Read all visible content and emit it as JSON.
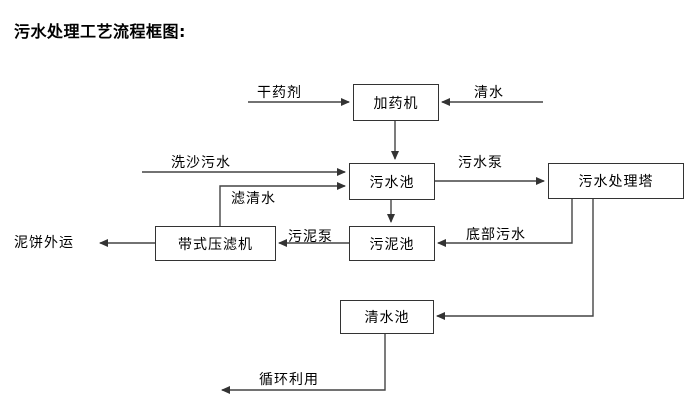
{
  "diagram": {
    "title": "污水处理工艺流程框图:",
    "nodes": [
      {
        "id": "dosing_machine",
        "label": "加药机"
      },
      {
        "id": "sewage_pool",
        "label": "污水池"
      },
      {
        "id": "treatment_tower",
        "label": "污水处理塔"
      },
      {
        "id": "sludge_pool",
        "label": "污泥池"
      },
      {
        "id": "belt_filter_press",
        "label": "带式压滤机"
      },
      {
        "id": "clear_water_pool",
        "label": "清水池"
      }
    ],
    "edge_labels": [
      {
        "id": "dry_chemical",
        "label": "干药剂"
      },
      {
        "id": "clean_water_in",
        "label": "清水"
      },
      {
        "id": "sand_wash_sewage",
        "label": "洗沙污水"
      },
      {
        "id": "filtered_water",
        "label": "滤清水"
      },
      {
        "id": "sewage_pump",
        "label": "污水泵"
      },
      {
        "id": "sludge_pump",
        "label": "污泥泵"
      },
      {
        "id": "bottom_sewage",
        "label": "底部污水"
      },
      {
        "id": "mud_cake_out",
        "label": "泥饼外运"
      },
      {
        "id": "recycle_reuse",
        "label": "循环利用"
      }
    ],
    "colors": {
      "line": "#444444",
      "box_border": "#333333",
      "text": "#000000",
      "background": "#ffffff"
    }
  }
}
